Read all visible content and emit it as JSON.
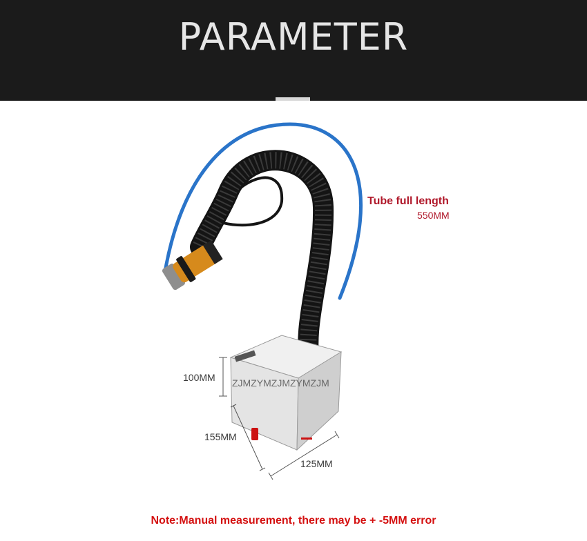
{
  "banner": {
    "title": "PARAMETER"
  },
  "product": {
    "box_marking": "ZJMZYMZJMZYMZJM",
    "accent_arc_color": "#2a74c9",
    "tube_color": "#111111",
    "nozzle_color": "#d68a1c",
    "body_color": "#e2e2e2",
    "switch_color": "#cc1111"
  },
  "dimensions": {
    "tube_label": "Tube full length",
    "tube_value": "550MM",
    "height": "100MM",
    "depth": "155MM",
    "width": "125MM"
  },
  "note": "Note:Manual measurement, there may be + -5MM error"
}
